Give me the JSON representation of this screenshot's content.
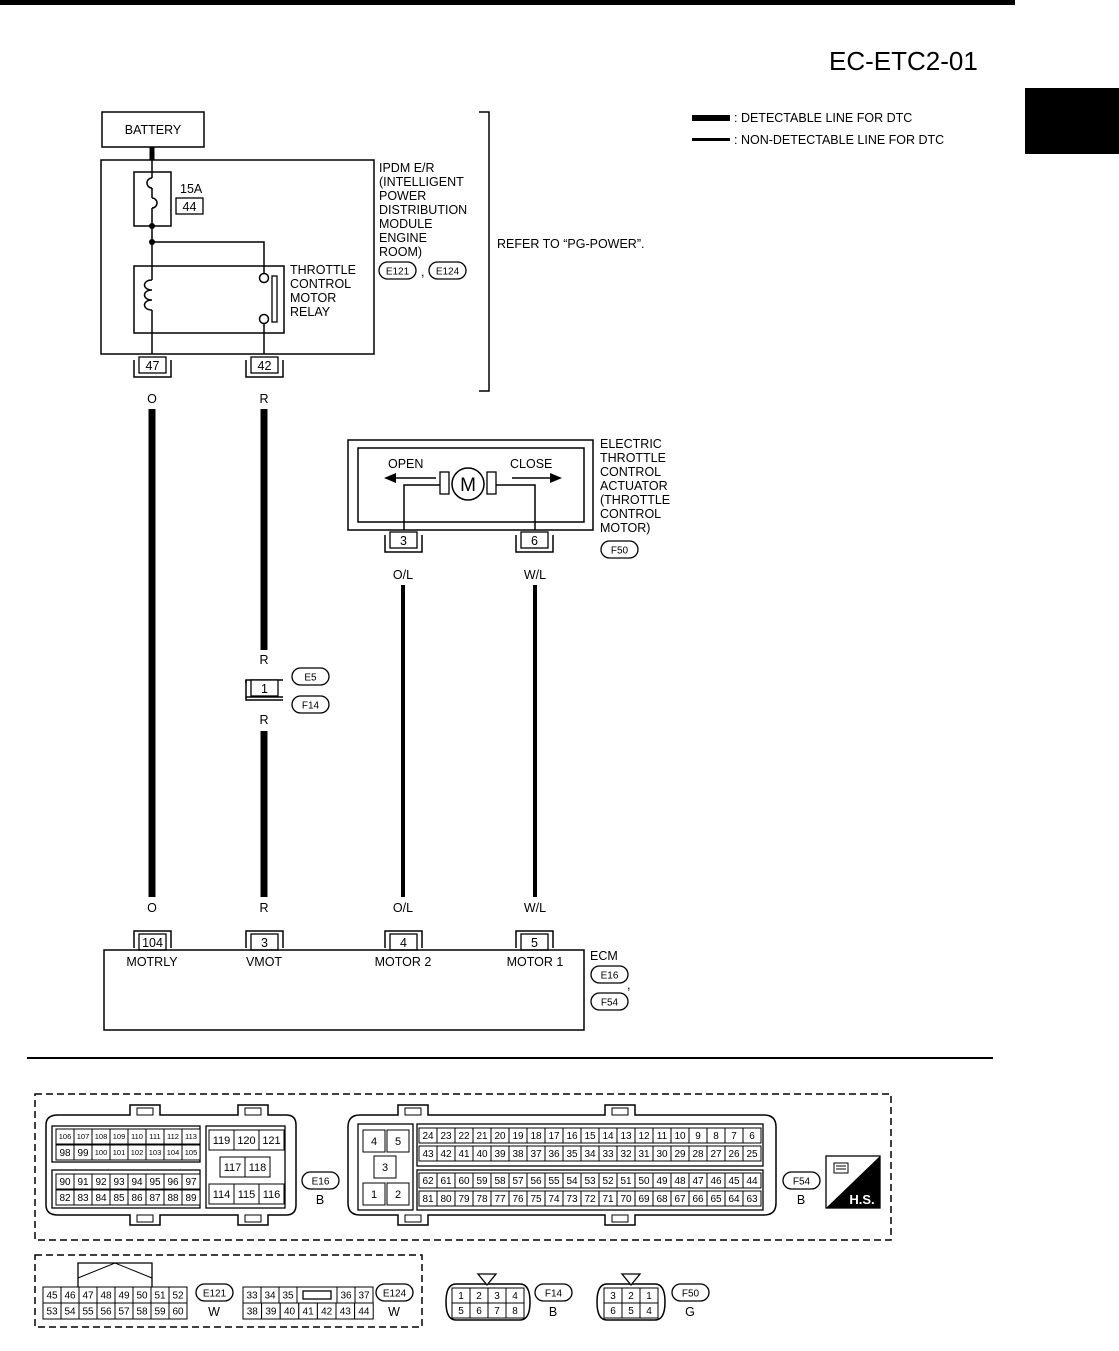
{
  "page_code": "EC-ETC2-01",
  "legend": {
    "detectable": ": DETECTABLE LINE FOR DTC",
    "non_detectable": ": NON-DETECTABLE LINE FOR DTC"
  },
  "battery": "BATTERY",
  "fuse": {
    "rating": "15A",
    "number": "44"
  },
  "ipdm": {
    "lines": [
      "IPDM E/R",
      "(INTELLIGENT",
      "POWER",
      "DISTRIBUTION",
      "MODULE",
      "ENGINE",
      "ROOM)"
    ],
    "connectors": [
      "E121",
      "E124"
    ],
    "sep": ","
  },
  "relay": {
    "lines": [
      "THROTTLE",
      "CONTROL",
      "MOTOR",
      "RELAY"
    ]
  },
  "refer": "REFER TO “PG-POWER”.",
  "ipdm_pins": {
    "p1": "47",
    "p2": "42"
  },
  "wires": {
    "o": "O",
    "r": "R",
    "ol": "O/L",
    "wl": "W/L"
  },
  "actuator": {
    "lines": [
      "ELECTRIC",
      "THROTTLE",
      "CONTROL",
      "ACTUATOR",
      "(THROTTLE",
      "CONTROL",
      "MOTOR)"
    ],
    "open": "OPEN",
    "close": "CLOSE",
    "motor": "M",
    "pins": {
      "p1": "3",
      "p2": "6"
    },
    "connector": "F50"
  },
  "joint": {
    "pin": "1",
    "connectors": [
      "E5",
      "F14"
    ]
  },
  "ecm": {
    "label": "ECM",
    "connectors": [
      "E16",
      "F54"
    ],
    "sep": ",",
    "pins": [
      "104",
      "3",
      "4",
      "5"
    ],
    "terminals": [
      "MOTRLY",
      "VMOT",
      "MOTOR 2",
      "MOTOR 1"
    ]
  },
  "connector_views": {
    "e16": {
      "id": "E16",
      "color": "B",
      "rows": [
        [
          "106",
          "107",
          "108",
          "109",
          "110",
          "111",
          "112",
          "113"
        ],
        [
          "98",
          "99",
          "100",
          "101",
          "102",
          "103",
          "104",
          "105"
        ],
        [
          "90",
          "91",
          "92",
          "93",
          "94",
          "95",
          "96",
          "97"
        ],
        [
          "82",
          "83",
          "84",
          "85",
          "86",
          "87",
          "88",
          "89"
        ]
      ],
      "right_top": [
        "119",
        "120",
        "121"
      ],
      "right_mid": [
        "117",
        "118"
      ],
      "right_bot": [
        "114",
        "115",
        "116"
      ]
    },
    "f54": {
      "id": "F54",
      "color": "B",
      "left": [
        "4",
        "5",
        "3",
        "1",
        "2"
      ],
      "rows": [
        [
          "24",
          "23",
          "22",
          "21",
          "20",
          "19",
          "18",
          "17",
          "16",
          "15",
          "14",
          "13",
          "12",
          "11",
          "10",
          "9",
          "8",
          "7",
          "6"
        ],
        [
          "43",
          "42",
          "41",
          "40",
          "39",
          "38",
          "37",
          "36",
          "35",
          "34",
          "33",
          "32",
          "31",
          "30",
          "29",
          "28",
          "27",
          "26",
          "25"
        ],
        [
          "62",
          "61",
          "60",
          "59",
          "58",
          "57",
          "56",
          "55",
          "54",
          "53",
          "52",
          "51",
          "50",
          "49",
          "48",
          "47",
          "46",
          "45",
          "44"
        ],
        [
          "81",
          "80",
          "79",
          "78",
          "77",
          "76",
          "75",
          "74",
          "73",
          "72",
          "71",
          "70",
          "69",
          "68",
          "67",
          "66",
          "65",
          "64",
          "63"
        ]
      ]
    },
    "hs": "H.S.",
    "e121": {
      "id": "E121",
      "color": "W",
      "rows": [
        [
          "45",
          "46",
          "47",
          "48",
          "49",
          "50",
          "51",
          "52"
        ],
        [
          "53",
          "54",
          "55",
          "56",
          "57",
          "58",
          "59",
          "60"
        ]
      ]
    },
    "e124": {
      "id": "E124",
      "color": "W",
      "row1": [
        "33",
        "34",
        "35",
        "",
        "36",
        "37"
      ],
      "row2": [
        "38",
        "39",
        "40",
        "41",
        "42",
        "43",
        "44"
      ]
    },
    "f14": {
      "id": "F14",
      "color": "B",
      "rows": [
        [
          "1",
          "2",
          "3",
          "4"
        ],
        [
          "5",
          "6",
          "7",
          "8"
        ]
      ]
    },
    "f50": {
      "id": "F50",
      "color": "G",
      "rows": [
        [
          "3",
          "2",
          "1"
        ],
        [
          "6",
          "5",
          "4"
        ]
      ]
    }
  }
}
